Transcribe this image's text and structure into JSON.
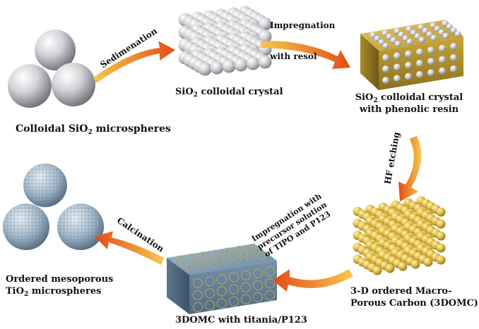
{
  "stages": {
    "colloidal_sio2": {
      "pre": "Colloidal SiO",
      "sub": "2",
      "post": " microspheres"
    },
    "colloidal_crystal": {
      "pre": "SiO",
      "sub": "2",
      "post": " colloidal crystal"
    },
    "crystal_resin": {
      "line1_pre": "SiO",
      "line1_sub": "2",
      "line1_post": " colloidal crystal",
      "line2": "with phenolic resin"
    },
    "dmc": {
      "line1": "3-D ordered Macro-",
      "line2": "Porous Carbon (3DOMC)"
    },
    "dmc_titania": {
      "label": "3DOMC with titania/P123"
    },
    "tio2": {
      "line1": "Ordered mesoporous",
      "line2_pre": "TiO",
      "line2_sub": "2",
      "line2_post": " microspheres"
    }
  },
  "steps": {
    "sedimentation": "Sedimenation",
    "impregnation_line1": "Impregnation",
    "impregnation_line2": "with resol",
    "hf_etching": "HF etching",
    "impregnation_precursor": [
      "Impregnation with",
      "precursor solution",
      "of TIPO and P123"
    ],
    "calcination": "Calcination"
  },
  "colors": {
    "silica_sphere": "#d8d8dc",
    "resin_block": "#c9a93a",
    "carbon_frame": "#e3c55a",
    "titania_block": "#6f8fa8",
    "arrow_start": "#f6c24a",
    "arrow_end": "#e8531a"
  },
  "icons": [
    "sphere-icon",
    "crystal-lattice-icon",
    "resin-block-icon",
    "carbon-framework-icon",
    "titania-block-icon",
    "meso-sphere-icon"
  ]
}
